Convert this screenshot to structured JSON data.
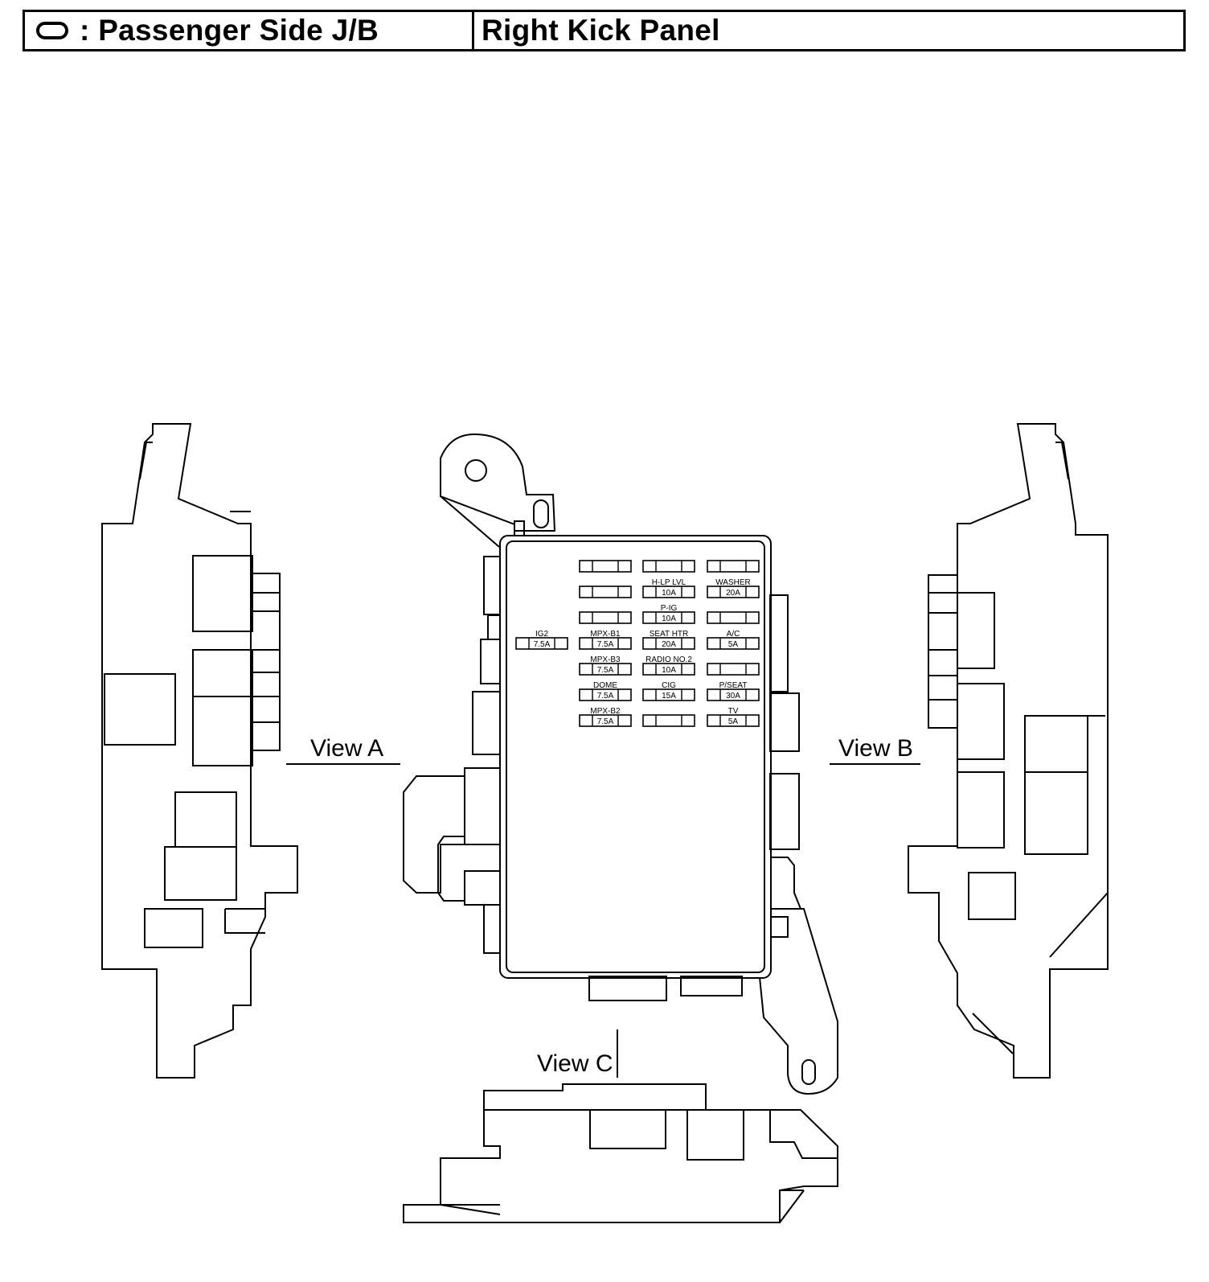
{
  "header": {
    "symbol_icon": "rounded-rectangle-icon",
    "location_code": ": Passenger Side J/B",
    "location_name": "Right Kick Panel"
  },
  "views": {
    "a": "View A",
    "b": "View B",
    "c": "View C"
  },
  "fuses": [
    {
      "id": "r1c1",
      "name": "",
      "amp": ""
    },
    {
      "id": "r1c2",
      "name": "",
      "amp": ""
    },
    {
      "id": "r1c3",
      "name": "",
      "amp": ""
    },
    {
      "id": "r2c1",
      "name": "",
      "amp": ""
    },
    {
      "id": "r2c2",
      "name": "H-LP LVL",
      "amp": "10A"
    },
    {
      "id": "r2c3",
      "name": "WASHER",
      "amp": "20A"
    },
    {
      "id": "r3c1",
      "name": "",
      "amp": ""
    },
    {
      "id": "r3c2",
      "name": "P-IG",
      "amp": "10A"
    },
    {
      "id": "r3c3",
      "name": "",
      "amp": ""
    },
    {
      "id": "ig2",
      "name": "IG2",
      "amp": "7.5A"
    },
    {
      "id": "r4c1",
      "name": "MPX-B1",
      "amp": "7.5A"
    },
    {
      "id": "r4c2",
      "name": "SEAT HTR",
      "amp": "20A"
    },
    {
      "id": "r4c3",
      "name": "A/C",
      "amp": "5A"
    },
    {
      "id": "r5c1",
      "name": "MPX-B3",
      "amp": "7.5A"
    },
    {
      "id": "r5c2",
      "name": "RADIO NO.2",
      "amp": "10A"
    },
    {
      "id": "r5c3",
      "name": "",
      "amp": ""
    },
    {
      "id": "r6c1",
      "name": "DOME",
      "amp": "7.5A"
    },
    {
      "id": "r6c2",
      "name": "CIG",
      "amp": "15A"
    },
    {
      "id": "r6c3",
      "name": "P/SEAT",
      "amp": "30A"
    },
    {
      "id": "r7c1",
      "name": "MPX-B2",
      "amp": "7.5A"
    },
    {
      "id": "r7c2",
      "name": "",
      "amp": ""
    },
    {
      "id": "r7c3",
      "name": "TV",
      "amp": "5A"
    }
  ]
}
